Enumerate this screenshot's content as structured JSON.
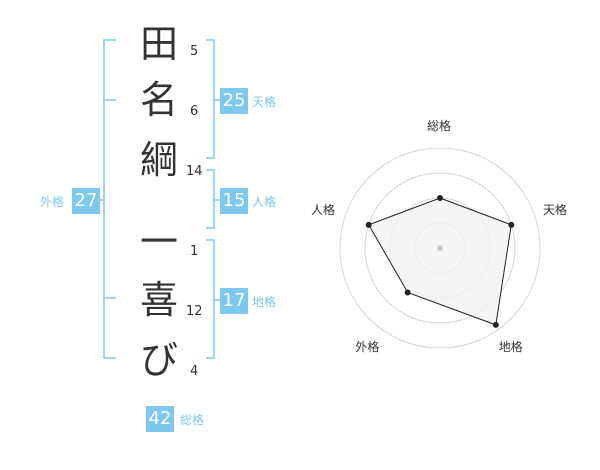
{
  "name_chars": [
    {
      "char": "田",
      "strokes": "5"
    },
    {
      "char": "名",
      "strokes": "6"
    },
    {
      "char": "綱",
      "strokes": "14"
    },
    {
      "char": "一",
      "strokes": "1"
    },
    {
      "char": "喜",
      "strokes": "12"
    },
    {
      "char": "び",
      "strokes": "4"
    }
  ],
  "scores": {
    "tenkaku": {
      "value": "25",
      "label": "天格"
    },
    "jinkaku": {
      "value": "15",
      "label": "人格"
    },
    "chikaku": {
      "value": "17",
      "label": "地格"
    },
    "gaikaku": {
      "value": "27",
      "label": "外格"
    },
    "soukaku": {
      "value": "42",
      "label": "総格"
    }
  },
  "colors": {
    "accent": "#7ec8f0",
    "text": "#333333",
    "grid": "#d6d6d6",
    "fill": "#f2f2f2"
  },
  "chart_data": {
    "type": "radar",
    "axes": [
      "総格",
      "天格",
      "地格",
      "外格",
      "人格"
    ],
    "values": [
      0.5,
      0.75,
      0.95,
      0.55,
      0.75
    ],
    "rings": 4
  }
}
